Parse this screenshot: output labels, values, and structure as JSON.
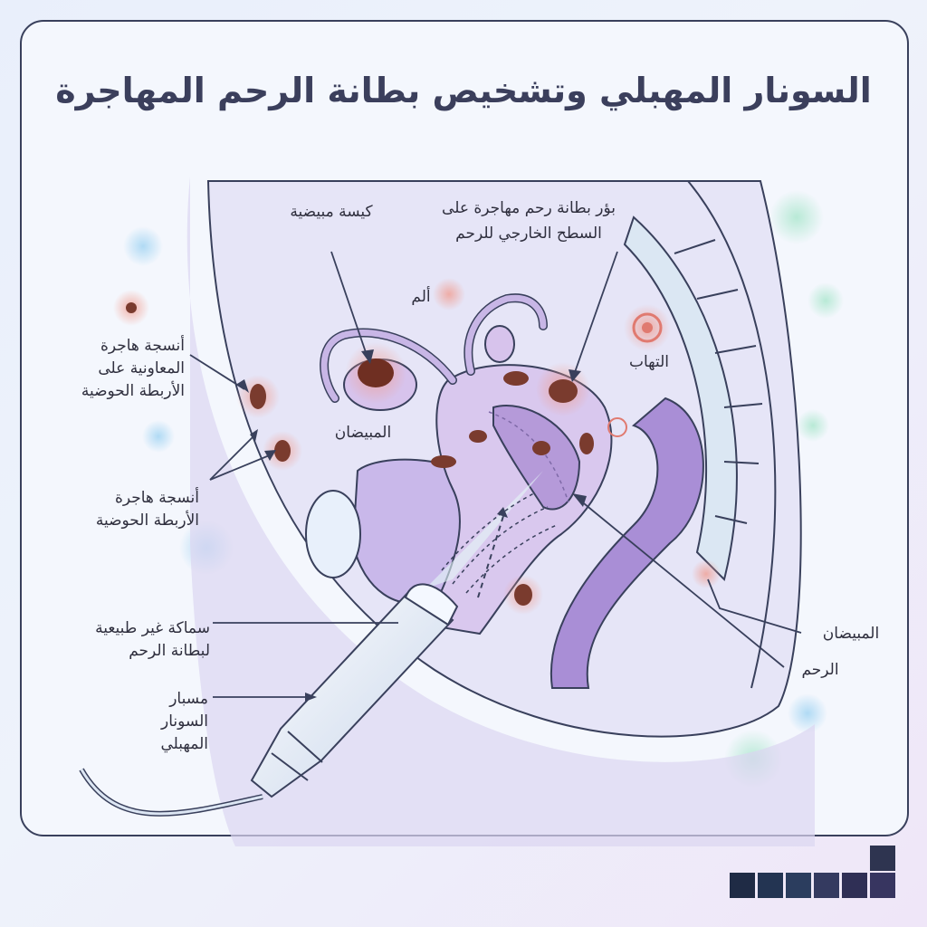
{
  "title": "السونار المهبلي وتشخيص بطانة الرحم المهاجرة",
  "labels": {
    "ovarian_cyst": "كيسة مبيضية",
    "lesions_1": "بؤر بطانة رحم مهاجرة على",
    "lesions_2": "السطح الخارجي للرحم",
    "pain": "ألم",
    "inflammation": "التهاب",
    "ovary_left": "المبيضان",
    "uterosacral_1": "أنسجة هاجرة",
    "uterosacral_2": "المعاونية على",
    "uterosacral_3": "الأربطة الحوضية",
    "pelvic_lig_1": "أنسجة هاجرة",
    "pelvic_lig_2": "الأربطة الحوضية",
    "thickening_1": "سماكة غير طبيعية",
    "thickening_2": "لبطانة الرحم",
    "probe_1": "مسبار",
    "probe_2": "السونار",
    "probe_3": "المهبلي",
    "ovary_right": "المبيضان",
    "uterus": "الرحم"
  },
  "colors": {
    "accent_purple": "#9b7fc8",
    "lesion": "#7a3b2e",
    "glow": "#f19a8c",
    "outline": "#39405c"
  }
}
